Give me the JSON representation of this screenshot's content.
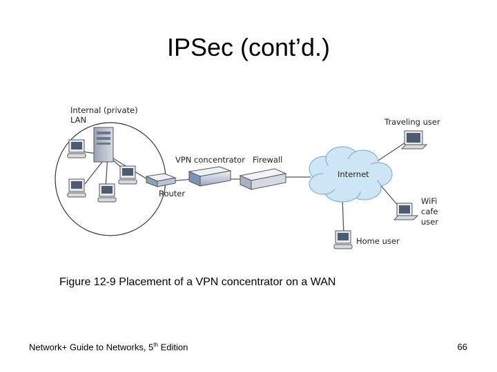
{
  "slide": {
    "title": "IPSec (cont’d.)",
    "caption": "Figure 12-9 Placement of a VPN concentrator on a WAN",
    "page_number": "66"
  },
  "footer": {
    "prefix": "Network+ Guide to Networks, 5",
    "superscript": "th",
    "suffix": " Edition"
  },
  "diagram": {
    "lan_label_line1": "Internal (private)",
    "lan_label_line2": "LAN",
    "vpn_label": "VPN concentrator",
    "firewall_label": "Firewall",
    "router_label": "Router",
    "internet_label": "Internet",
    "traveling_label": "Traveling user",
    "wifi_label_line1": "WiFi",
    "wifi_label_line2": "cafe",
    "wifi_label_line3": "user",
    "home_label": "Home user",
    "colors": {
      "cloud_fill": "#cfe6f7",
      "cloud_stroke": "#7fb3d9",
      "device_blue": "#7d93b5",
      "device_light": "#dfe4ec",
      "link": "#555555"
    }
  }
}
